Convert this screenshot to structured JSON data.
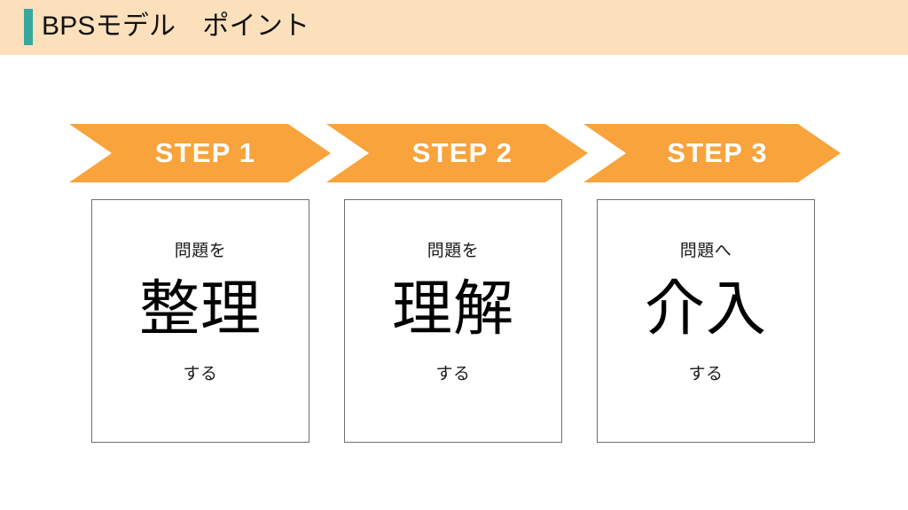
{
  "slide": {
    "background_color": "#ffffff"
  },
  "header": {
    "title": "BPSモデル　ポイント",
    "band_color": "#fce0bc",
    "accent_color": "#36a8a0"
  },
  "steps": {
    "arrow_color": "#f9a33c",
    "label_color": "#ffffff",
    "items": [
      {
        "label": "STEP 1"
      },
      {
        "label": "STEP 2"
      },
      {
        "label": "STEP 3"
      }
    ]
  },
  "boxes": {
    "border_color": "#6e6e6e",
    "items": [
      {
        "pre": "問題を",
        "main": "整理",
        "post": "する"
      },
      {
        "pre": "問題を",
        "main": "理解",
        "post": "する"
      },
      {
        "pre": "問題へ",
        "main": "介入",
        "post": "する"
      }
    ]
  }
}
